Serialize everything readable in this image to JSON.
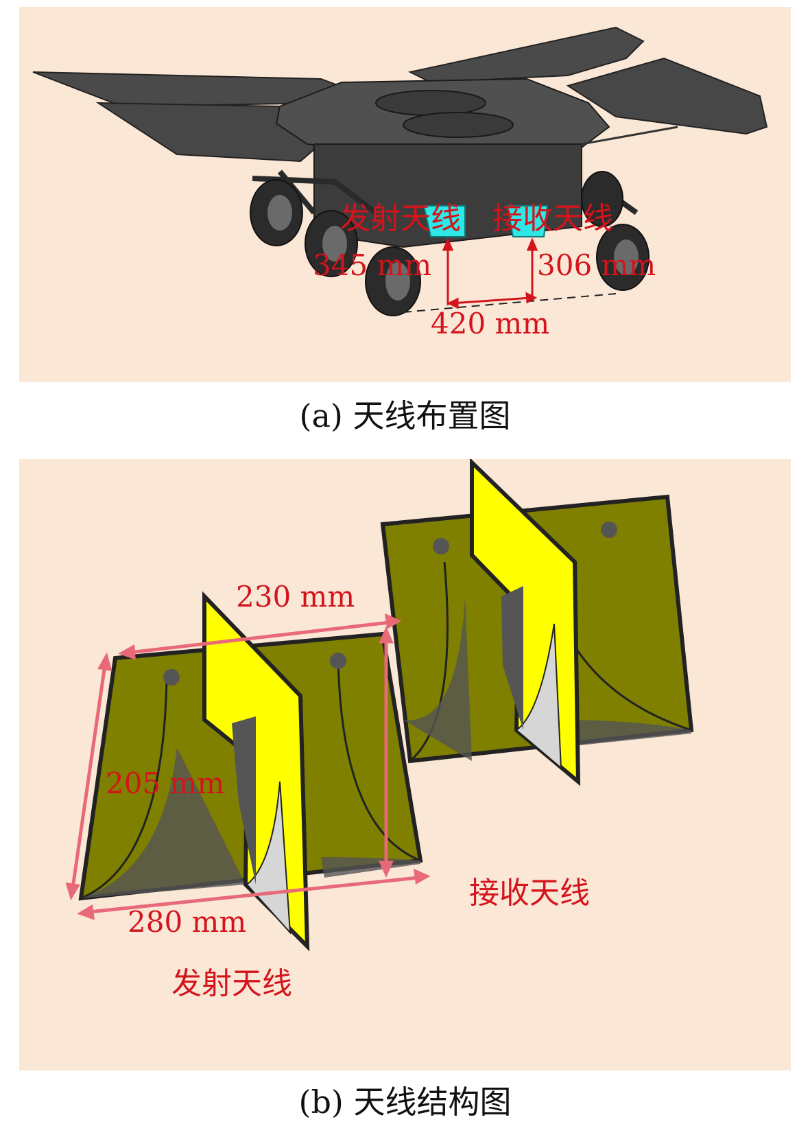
{
  "panel_a": {
    "caption": "(a) 天线布置图",
    "labels": {
      "tx_antenna": "发射天线",
      "rx_antenna": "接收天线",
      "tx_height": "345 mm",
      "rx_height": "306 mm",
      "separation": "420 mm"
    }
  },
  "panel_b": {
    "caption": "(b) 天线结构图",
    "labels": {
      "depth": "230 mm",
      "height": "205 mm",
      "width": "280 mm",
      "rx_antenna": "接收天线",
      "tx_antenna": "发射天线"
    }
  },
  "colors": {
    "background": "#fbe7d6",
    "label_red": "#d3141c",
    "dimension_pink": "#e86a78",
    "rover_gray": "#4a4a4a",
    "antenna_olive": "#7f7f00",
    "antenna_yellow": "#ffff00",
    "antenna_cyan": "#2ee8e8"
  }
}
